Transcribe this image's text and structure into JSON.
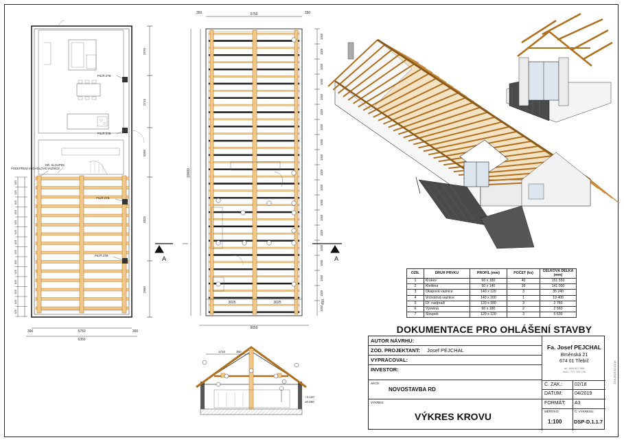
{
  "plan": {
    "label_pilirz_1": "PILÍŘ ZTB",
    "label_pilirz_2": "PILÍŘ ZTB",
    "label_pilirz_3": "PILÍŘ ZTB",
    "label_pilirz_4": "PILÍŘ ZTB",
    "label_sloupek": "DŘ. SLOUPEK",
    "label_podepreni": "PODEPŘENÍ VRCHOLOVÉ VAZNICE",
    "dim_bottom_1": "5750",
    "dim_bottom_2": "6350",
    "dim_left_300": "300",
    "dim_right_300": "300",
    "dims_right": [
      "2970",
      "2715",
      "5590",
      "4825",
      "2660"
    ],
    "dims_left": [
      "625",
      "625",
      "625",
      "625",
      "625",
      "625",
      "625",
      "625",
      "625",
      "625",
      "625",
      "625",
      "625",
      "625"
    ]
  },
  "roof_plan": {
    "dim_top": "5750",
    "dim_top_small": "350",
    "dim_top_small_r": "350",
    "dim_left_total": "19000",
    "dim_bottom": "6650",
    "dim_bottom_1": "3025",
    "dim_bottom_2": "3025",
    "dims_right": [
      "1000",
      "1000",
      "1000",
      "1000",
      "1000",
      "1000",
      "1000",
      "1000",
      "1000",
      "1000",
      "1000",
      "1000",
      "1000",
      "1000",
      "1000",
      "1000",
      "1000",
      "1000",
      "1000"
    ],
    "dim_bottom_right": "450",
    "section_marker": "A"
  },
  "section": {
    "dim_top": "1710",
    "dim_top_2": "350",
    "level_note_1": "+3.120",
    "level_note_2": "±0.000"
  },
  "table": {
    "headers": [
      "OZN.",
      "DRUH PRVKU",
      "PROFIL (mm)",
      "POČET (ks)",
      "CELKOVÁ DÉLKA (mm)"
    ],
    "rows": [
      [
        "1",
        "Krokev",
        "60 x 180",
        "40",
        "151 550"
      ],
      [
        "2",
        "Kleština",
        "50 x 140",
        "39",
        "141 090"
      ],
      [
        "3",
        "Okapová vaznice",
        "140 x 120",
        "3",
        "35 240"
      ],
      [
        "4",
        "Vrcholová vaznice",
        "140 x 200",
        "1",
        "19 400"
      ],
      [
        "5",
        "Dř. nadpraží",
        "120 x 180",
        "3",
        "2 760"
      ],
      [
        "6",
        "Výměna",
        "60 x 180",
        "2",
        "2 560"
      ],
      [
        "7",
        "Sloupek",
        "120 x 120",
        "3",
        "5 630"
      ]
    ]
  },
  "title_block": {
    "doc_title": "DOKUMENTACE PRO OHLÁŠENÍ STAVBY",
    "autor_label": "AUTOR NÁVRHU:",
    "zod_label": "ZOD. PROJEKTANT:",
    "zod_value": "Josef PEJCHAL",
    "vypracoval_label": "VYPRACOVAL:",
    "investor_label": "INVESTOR:",
    "akce_label": "AKCE:",
    "akce_value": "NOVOSTAVBA RD",
    "vykres_label": "VÝKRES:",
    "vykres_value": "VÝKRES KROVU",
    "company_name": "Fa. Josef PEJCHAL",
    "company_addr1": "Brněnská 21",
    "company_addr2": "674 01 Třebíč",
    "company_tel1": "tel.: 568 822 666",
    "company_tel2": "mob.: 777 700 700",
    "cz_label": "Č. ZAK.:",
    "cz_value": "02/18",
    "datum_label": "DATUM:",
    "datum_value": "04/2019",
    "format_label": "FORMÁT:",
    "format_value": "A3",
    "meritko_label": "MĚŘÍTKO:",
    "meritko_value": "1:100",
    "cvykresu_label": "Č. VÝKRESU:",
    "cvykresu_value": "DSP-D.1.1.7",
    "vertical_note": "23.8.2019 22:14:16"
  }
}
